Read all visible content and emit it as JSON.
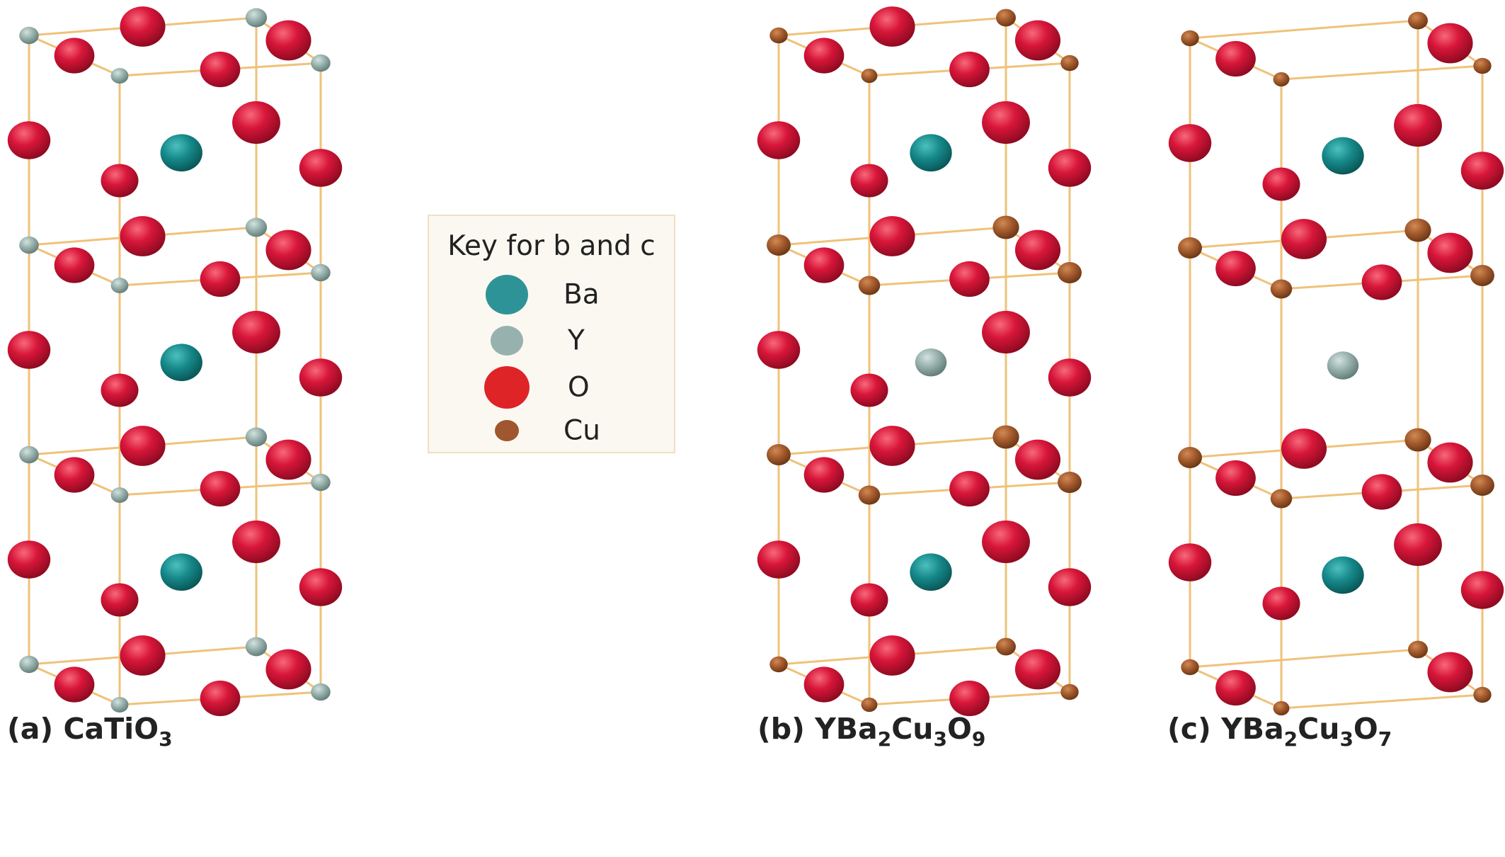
{
  "legend": {
    "title": "Key for b and c",
    "items": [
      {
        "label": "Ba",
        "color": "#2e9396"
      },
      {
        "label": "Y",
        "color": "#97b2ae"
      },
      {
        "label": "O",
        "color": "#df2428"
      },
      {
        "label": "Cu",
        "color": "#a0562e"
      }
    ]
  },
  "panels": [
    {
      "letter": "(a)",
      "formula": [
        "CaTiO",
        "3"
      ]
    },
    {
      "letter": "(b)",
      "formula": [
        "YBa",
        "2",
        "Cu",
        "3",
        "O",
        "9"
      ]
    },
    {
      "letter": "(c)",
      "formula": [
        "YBa",
        "2",
        "Cu",
        "3",
        "O",
        "7"
      ]
    }
  ],
  "colors": {
    "bond": "#efc27a"
  }
}
